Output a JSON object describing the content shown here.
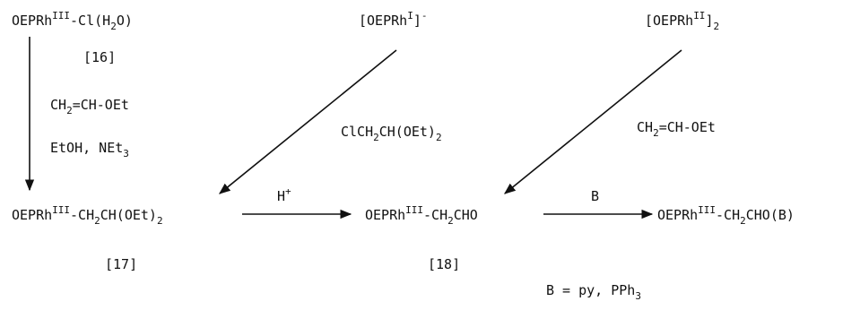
{
  "start": {
    "formula": {
      "base": "OEPRh",
      "ox": "III",
      "rest": "-Cl(H",
      "sub": "2",
      "tail": "O)"
    },
    "label": "[16]"
  },
  "rh1": {
    "open": "[OEPRh",
    "sup": "I",
    "close": "]",
    "charge": "-"
  },
  "rh2": {
    "open": "[OEPRh",
    "sup": "II",
    "close": "]",
    "sub": "2"
  },
  "reagents_down": {
    "line1": {
      "a": "CH",
      "sub": "2",
      "b": "=CH-OEt"
    },
    "line2": {
      "a": "EtOH, NEt",
      "sub": "3"
    }
  },
  "reagent_rh1": {
    "a": "ClCH",
    "sub1": "2",
    "b": "CH(OEt)",
    "sub2": "2"
  },
  "reagent_rh2": {
    "a": "CH",
    "sub": "2",
    "b": "=CH-OEt"
  },
  "p17": {
    "formula": {
      "base": "OEPRh",
      "ox": "III",
      "a": "-CH",
      "s1": "2",
      "b": "CH(OEt)",
      "s2": "2"
    },
    "label": "[17]"
  },
  "arrow_h": {
    "text": "H",
    "sup": "+"
  },
  "p18": {
    "formula": {
      "base": "OEPRh",
      "ox": "III",
      "a": "-CH",
      "s1": "2",
      "b": "CHO"
    },
    "label": "[18]"
  },
  "arrow_b": {
    "text": "B"
  },
  "p_final": {
    "formula": {
      "base": "OEPRh",
      "ox": "III",
      "a": "-CH",
      "s1": "2",
      "b": "CHO(B)"
    }
  },
  "footnote": {
    "a": "B = py, PPh",
    "sub": "3"
  },
  "colors": {
    "ink": "#111111",
    "background": "#ffffff"
  }
}
